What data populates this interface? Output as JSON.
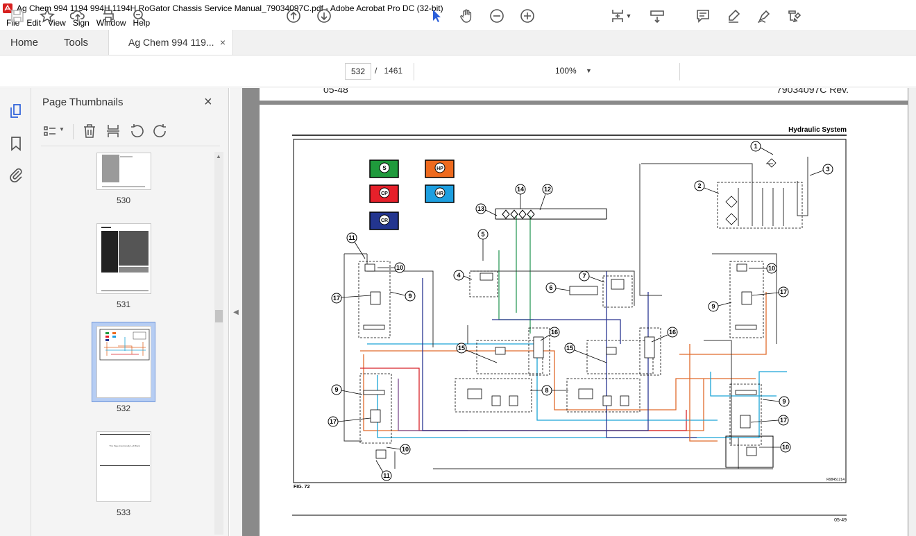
{
  "window": {
    "title": "Ag Chem 994 1194 994H 1194H RoGator Chassis Service Manual_79034097C.pdf - Adobe Acrobat Pro DC (32-bit)"
  },
  "menu": [
    "File",
    "Edit",
    "View",
    "Sign",
    "Window",
    "Help"
  ],
  "tabs": {
    "home": "Home",
    "tools": "Tools",
    "document": "Ag Chem 994 119...",
    "close": "×"
  },
  "toolbar": {
    "current_page": "532",
    "separator": "/",
    "total_pages": "1461",
    "zoom": "100%"
  },
  "thumbnails_panel": {
    "title": "Page Thumbnails",
    "close": "×",
    "pages": [
      "530",
      "531",
      "532",
      "533"
    ],
    "selected": "532",
    "page533_text": "This Page Intentionally Left Blank"
  },
  "document": {
    "prev_page_left": "05-48",
    "prev_page_right": "79034097C Rev.",
    "section_title": "Hydraulic System",
    "figure_label": "FIG. 72",
    "drawing_number": "R98451214",
    "page_number": "05-49",
    "legend": [
      {
        "code": "S",
        "color": "#1f9a3c"
      },
      {
        "code": "HP",
        "color": "#ee6a1e"
      },
      {
        "code": "CP",
        "color": "#e6202a"
      },
      {
        "code": "HR",
        "color": "#1d9fe0"
      },
      {
        "code": "CR",
        "color": "#23358f"
      }
    ],
    "callouts": [
      "1",
      "2",
      "3",
      "4",
      "5",
      "6",
      "7",
      "8",
      "9",
      "10",
      "11",
      "12",
      "13",
      "14",
      "15",
      "16",
      "17"
    ]
  },
  "colors": {
    "accent_blue": "#2b5fd9",
    "line_green": "#2e9a5a",
    "line_orange": "#e06a2b",
    "line_red": "#d8232a",
    "line_cyan": "#1aa4d6",
    "line_navy": "#2a3591",
    "line_purple": "#7d4a8f"
  }
}
